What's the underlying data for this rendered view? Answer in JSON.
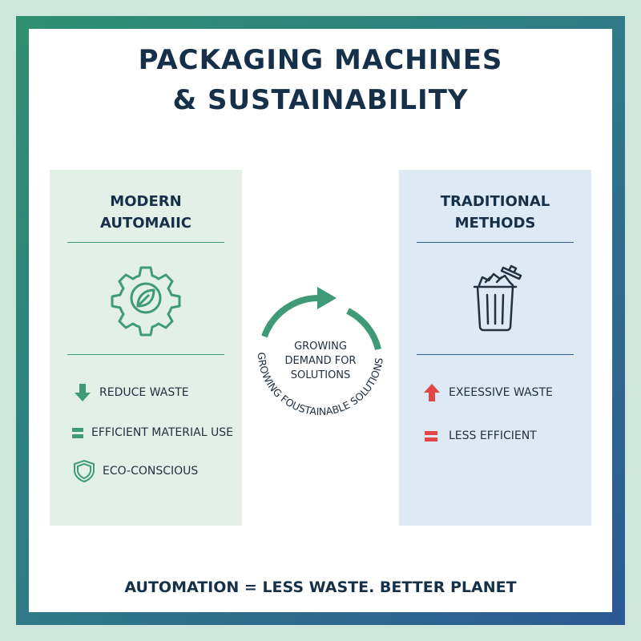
{
  "title": {
    "line1": "PACKAGING MACHINES",
    "line2": "& SUSTAINABILITY"
  },
  "left_panel": {
    "title_line1": "MODERN",
    "title_line2": "AUTOMAIIC",
    "icon": "gear-leaf-icon",
    "items": [
      {
        "icon": "arrow-down-icon",
        "label": "REDUCE WASTE"
      },
      {
        "icon": "equals-icon",
        "label": "EFFICIENT MATERIAL USE"
      },
      {
        "icon": "shield-icon",
        "label": "ECO-CONSCIOUS"
      }
    ]
  },
  "right_panel": {
    "title_line1": "TRADITIONAL",
    "title_line2": "METHODS",
    "icon": "trash-can-icon",
    "items": [
      {
        "icon": "arrow-up-icon",
        "label": "EXEESSIVE WASTE"
      },
      {
        "icon": "equals-icon",
        "label": "LESS EFFICIENT"
      }
    ]
  },
  "center": {
    "icon": "cycle-arrow-icon",
    "text_line1": "GROWING",
    "text_line2": "DEMAND FOR",
    "text_line3": "SOLUTIONS",
    "arc_text": "GROWING FOUSTAINABLE SOLUTIONS"
  },
  "footer": "AUTOMATION = LESS WASTE. BETTER PLANET",
  "colors": {
    "green": "#3f9a78",
    "blue": "#2f5d8e",
    "red": "#e04848",
    "dark_text": "#17304a"
  }
}
